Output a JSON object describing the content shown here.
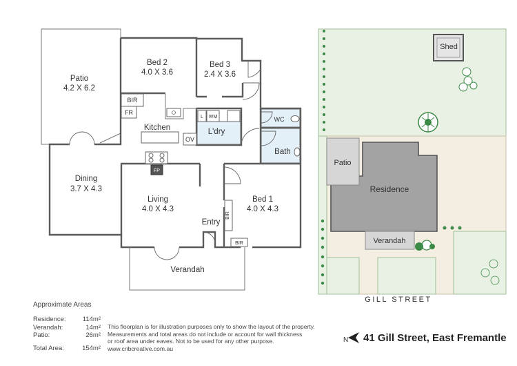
{
  "floorplan": {
    "rooms": [
      {
        "name": "Patio",
        "dims": "4.2 X 6.2"
      },
      {
        "name": "Bed 2",
        "dims": "4.0 X 3.6"
      },
      {
        "name": "Bed 3",
        "dims": "2.4 X 3.6"
      },
      {
        "name": "Dining",
        "dims": "3.7 X 4.3"
      },
      {
        "name": "Living",
        "dims": "4.0 X 4.3"
      },
      {
        "name": "Bed 1",
        "dims": "4.0 X 4.3"
      }
    ],
    "labels": {
      "kitchen": "Kitchen",
      "laundry": "L'dry",
      "wc": "WC",
      "bath": "Bath",
      "entry": "Entry",
      "verandah": "Verandah",
      "bir_bed2": "BIR",
      "bir_bed1_side": "BIR",
      "bir_bed1_bottom": "BIR",
      "fridge": "FR",
      "oven": "OV",
      "fireplace": "FP",
      "laundry_trough": "L",
      "washing_machine": "WM"
    }
  },
  "siteplan": {
    "shed": "Shed",
    "patio": "Patio",
    "residence": "Residence",
    "verandah": "Verandah",
    "street": "GILL STREET"
  },
  "areas": {
    "title": "Approximate Areas",
    "rows": [
      {
        "label": "Residence:",
        "value": "114m²"
      },
      {
        "label": "Verandah:",
        "value": "14m²"
      },
      {
        "label": "Patio:",
        "value": "26m²"
      }
    ],
    "total": {
      "label": "Total Area:",
      "value": "154m²"
    }
  },
  "disclaimer": {
    "line1": "This floorplan is for illustration purposes only to show the layout of the property.",
    "line2": "Measurements and total areas do not include or account for wall thickness",
    "line3": "or roof area under eaves. Not to be used for any other purpose.",
    "line4": "www.cribcreative.com.au"
  },
  "address": "41 Gill Street, East Fremantle",
  "compass": {
    "letter": "N"
  },
  "colors": {
    "lawn": "#e9f1e5",
    "lawn_stroke": "#9fbe95",
    "building": "#a3a3a3",
    "path": "#f4ede1",
    "wet_area": "#e4f0f8",
    "tree": "#3c8a48"
  }
}
